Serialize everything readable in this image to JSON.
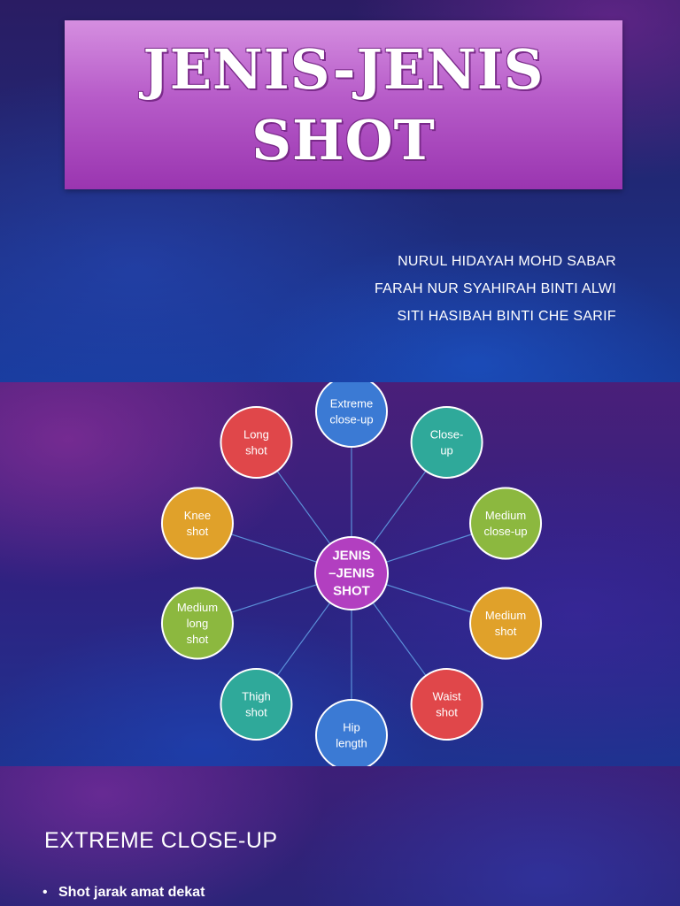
{
  "slide1": {
    "title_line1": "JENIS-JENIS",
    "title_line2": "SHOT",
    "authors": [
      "NURUL HIDAYAH MOHD SABAR",
      "FARAH NUR SYAHIRAH BINTI ALWI",
      "SITI HASIBAH BINTI CHE SARIF"
    ],
    "title_box_color": "#b75cc9"
  },
  "slide2": {
    "center": {
      "lines": [
        "JENIS",
        "–JENIS",
        "SHOT"
      ],
      "color": "#b23fc0"
    },
    "nodes": [
      {
        "lines": [
          "Extreme",
          "close-up"
        ],
        "color": "#3b7ad4"
      },
      {
        "lines": [
          "Close-",
          "up"
        ],
        "color": "#2fa99a"
      },
      {
        "lines": [
          "Medium",
          "close-up"
        ],
        "color": "#8cb83f"
      },
      {
        "lines": [
          "Medium",
          "shot"
        ],
        "color": "#e0a12a"
      },
      {
        "lines": [
          "Waist",
          "shot"
        ],
        "color": "#e0474a"
      },
      {
        "lines": [
          "Hip",
          "length"
        ],
        "color": "#3b7ad4"
      },
      {
        "lines": [
          "Thigh",
          "shot"
        ],
        "color": "#2fa99a"
      },
      {
        "lines": [
          "Medium",
          "long",
          "shot"
        ],
        "color": "#8cb83f"
      },
      {
        "lines": [
          "Knee",
          "shot"
        ],
        "color": "#e0a12a"
      },
      {
        "lines": [
          "Long",
          "shot"
        ],
        "color": "#e0474a"
      }
    ]
  },
  "slide3": {
    "heading": "EXTREME CLOSE-UP",
    "bullets": [
      "Shot jarak amat dekat"
    ]
  }
}
